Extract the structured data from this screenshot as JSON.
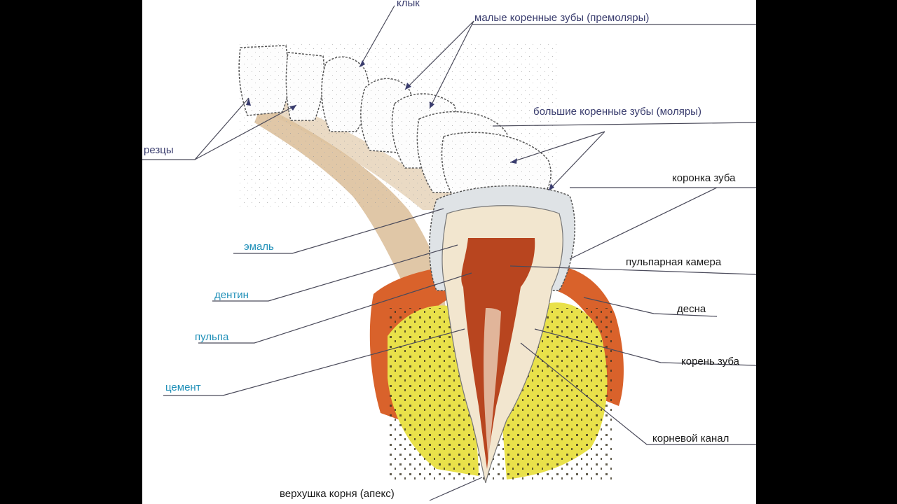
{
  "labels": {
    "canine": "клык",
    "premolars": "малые коренные зубы (премоляры)",
    "incisors": "резцы",
    "molars": "большие коренные зубы (моляры)",
    "crown": "коронка зуба",
    "enamel": "эмаль",
    "pulp_chamber": "пульпарная камера",
    "dentin": "дентин",
    "gum": "десна",
    "pulp": "пульпа",
    "root": "корень зуба",
    "cementum": "цемент",
    "root_canal": "корневой канал",
    "apex": "верхушка корня (апекс)"
  },
  "colors": {
    "background": "#000000",
    "panel": "#ffffff",
    "leader_line": "#4a4a5a",
    "label_navy": "#3a3d6e",
    "label_blue": "#1e8fb8",
    "gum": "#d9622b",
    "bone": "#e9e14a",
    "pulp": "#b8451f",
    "dentin": "#f2e6cf",
    "enamel": "#dfe3e6",
    "jaw_tissue": "#d6b48a"
  }
}
